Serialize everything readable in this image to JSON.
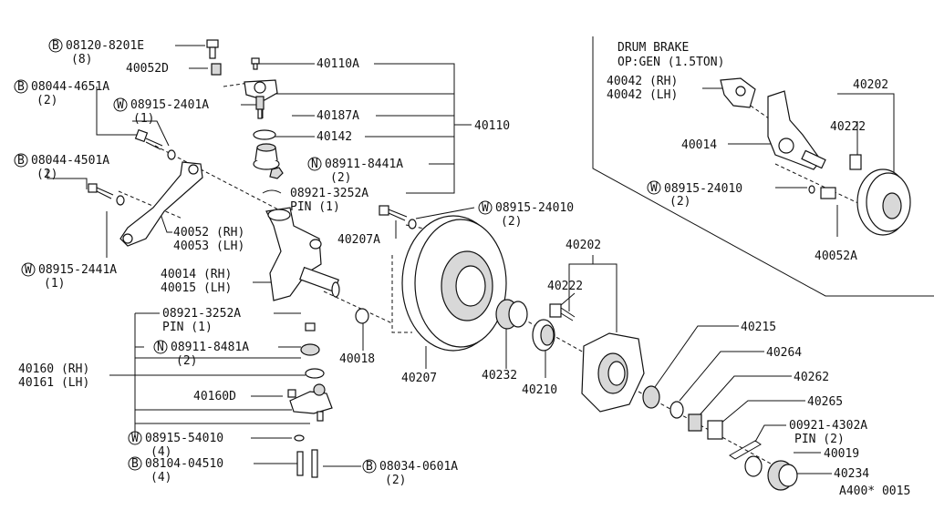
{
  "labels": {
    "b08120_8201e": "08120-8201E",
    "q8": "(8)",
    "p40052d": "40052D",
    "b08044_4651a": "08044-4651A",
    "q2a": "(2)",
    "w08915_2401a": "08915-2401A",
    "q1a": "(1)",
    "b08044_4501a": "08044-4501A",
    "q2b": "(2)",
    "p40110a": "40110A",
    "p40187a": "40187A",
    "p40142": "40142",
    "n08911_8441a": "08911-8441A",
    "q2c": "(2)",
    "p08921_3252a_1": "08921-3252A",
    "pin1a": "PIN (1)",
    "p40110": "40110",
    "p40052_rh": "40052 (RH)",
    "p40053_lh": "40053 (LH)",
    "w08915_2441a": "08915-2441A",
    "q1b": "(1)",
    "p40014_rh": "40014 (RH)",
    "p40015_lh": "40015 (LH)",
    "p08921_3252a_2": "08921-3252A",
    "pin1b": "PIN (1)",
    "n08911_8481a": "08911-8481A",
    "q2d": "(2)",
    "p40160_rh": "40160 (RH)",
    "p40161_lh": "40161 (LH)",
    "p40160d": "40160D",
    "w08915_54010": "08915-54010",
    "q4a": "(4)",
    "b08104_04510": "08104-04510",
    "q4b": "(4)",
    "b08034_0601a": "08034-0601A",
    "q2e": "(2)",
    "w08915_24010": "08915-24010",
    "q2f": "(2)",
    "p40207a": "40207A",
    "p40018": "40018",
    "p40207": "40207",
    "p40232": "40232",
    "p40210": "40210",
    "p40202": "40202",
    "p40222": "40222",
    "p40215": "40215",
    "p40264": "40264",
    "p40262": "40262",
    "p40265": "40265",
    "p00921_4302a": "00921-4302A",
    "pin2": "PIN (2)",
    "p40019": "40019",
    "p40234": "40234",
    "drum_brake": "DRUM BRAKE",
    "op_gen": "OP:GEN (1.5TON)",
    "i40042_rh": "40042 (RH)",
    "i40042_lh": "40042 (LH)",
    "i40014": "40014",
    "iw08915_24010": "08915-24010",
    "iq2": "(2)",
    "i40202": "40202",
    "i40222": "40222",
    "i40052a": "40052A",
    "figure_code": "A400* 0015"
  },
  "symbols": {
    "bolt": "B",
    "washer": "W",
    "nut": "N"
  }
}
